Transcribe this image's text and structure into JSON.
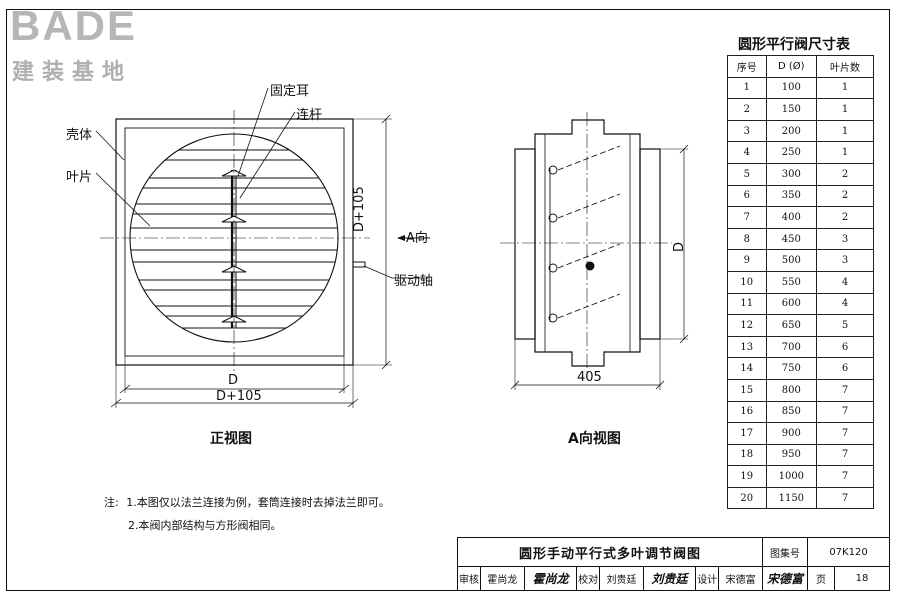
{
  "logo": {
    "brand": "BADE",
    "subtitle": "建装基地"
  },
  "front_view": {
    "labels": {
      "shell": "壳体",
      "blade": "叶片",
      "fixed_ear": "固定耳",
      "linkage": "连杆",
      "drive_shaft": "驱动轴",
      "direction_a": "A向"
    },
    "dims": {
      "inner_width": "D",
      "outer_width": "D+105",
      "outer_height": "D+105"
    },
    "caption": "正视图"
  },
  "side_view": {
    "dims": {
      "height": "D",
      "length": "405"
    },
    "caption": "A向视图"
  },
  "notes": {
    "prefix": "注:",
    "items": [
      "1.本图仅以法兰连接为例，套筒连接时去掉法兰即可。",
      "2.本阀内部结构与方形阀相同。"
    ]
  },
  "size_table": {
    "title": "圆形平行阀尺寸表",
    "headers": [
      "序号",
      "D (Ø)",
      "叶片数"
    ],
    "rows": [
      [
        "1",
        "100",
        "1"
      ],
      [
        "2",
        "150",
        "1"
      ],
      [
        "3",
        "200",
        "1"
      ],
      [
        "4",
        "250",
        "1"
      ],
      [
        "5",
        "300",
        "2"
      ],
      [
        "6",
        "350",
        "2"
      ],
      [
        "7",
        "400",
        "2"
      ],
      [
        "8",
        "450",
        "3"
      ],
      [
        "9",
        "500",
        "3"
      ],
      [
        "10",
        "550",
        "4"
      ],
      [
        "11",
        "600",
        "4"
      ],
      [
        "12",
        "650",
        "5"
      ],
      [
        "13",
        "700",
        "6"
      ],
      [
        "14",
        "750",
        "6"
      ],
      [
        "15",
        "800",
        "7"
      ],
      [
        "16",
        "850",
        "7"
      ],
      [
        "17",
        "900",
        "7"
      ],
      [
        "18",
        "950",
        "7"
      ],
      [
        "19",
        "1000",
        "7"
      ],
      [
        "20",
        "1150",
        "7"
      ]
    ]
  },
  "title_block": {
    "drawing_title": "圆形手动平行式多叶调节阀图",
    "atlas_label": "图集号",
    "atlas_no": "07K120",
    "review_label": "审核",
    "reviewer": "霍尚龙",
    "reviewer_sig": "霍尚龙",
    "check_label": "校对",
    "checker": "刘贵廷",
    "checker_sig": "刘贵廷",
    "design_label": "设计",
    "designer": "宋德富",
    "designer_sig": "宋德富",
    "page_label": "页",
    "page_no": "18"
  }
}
